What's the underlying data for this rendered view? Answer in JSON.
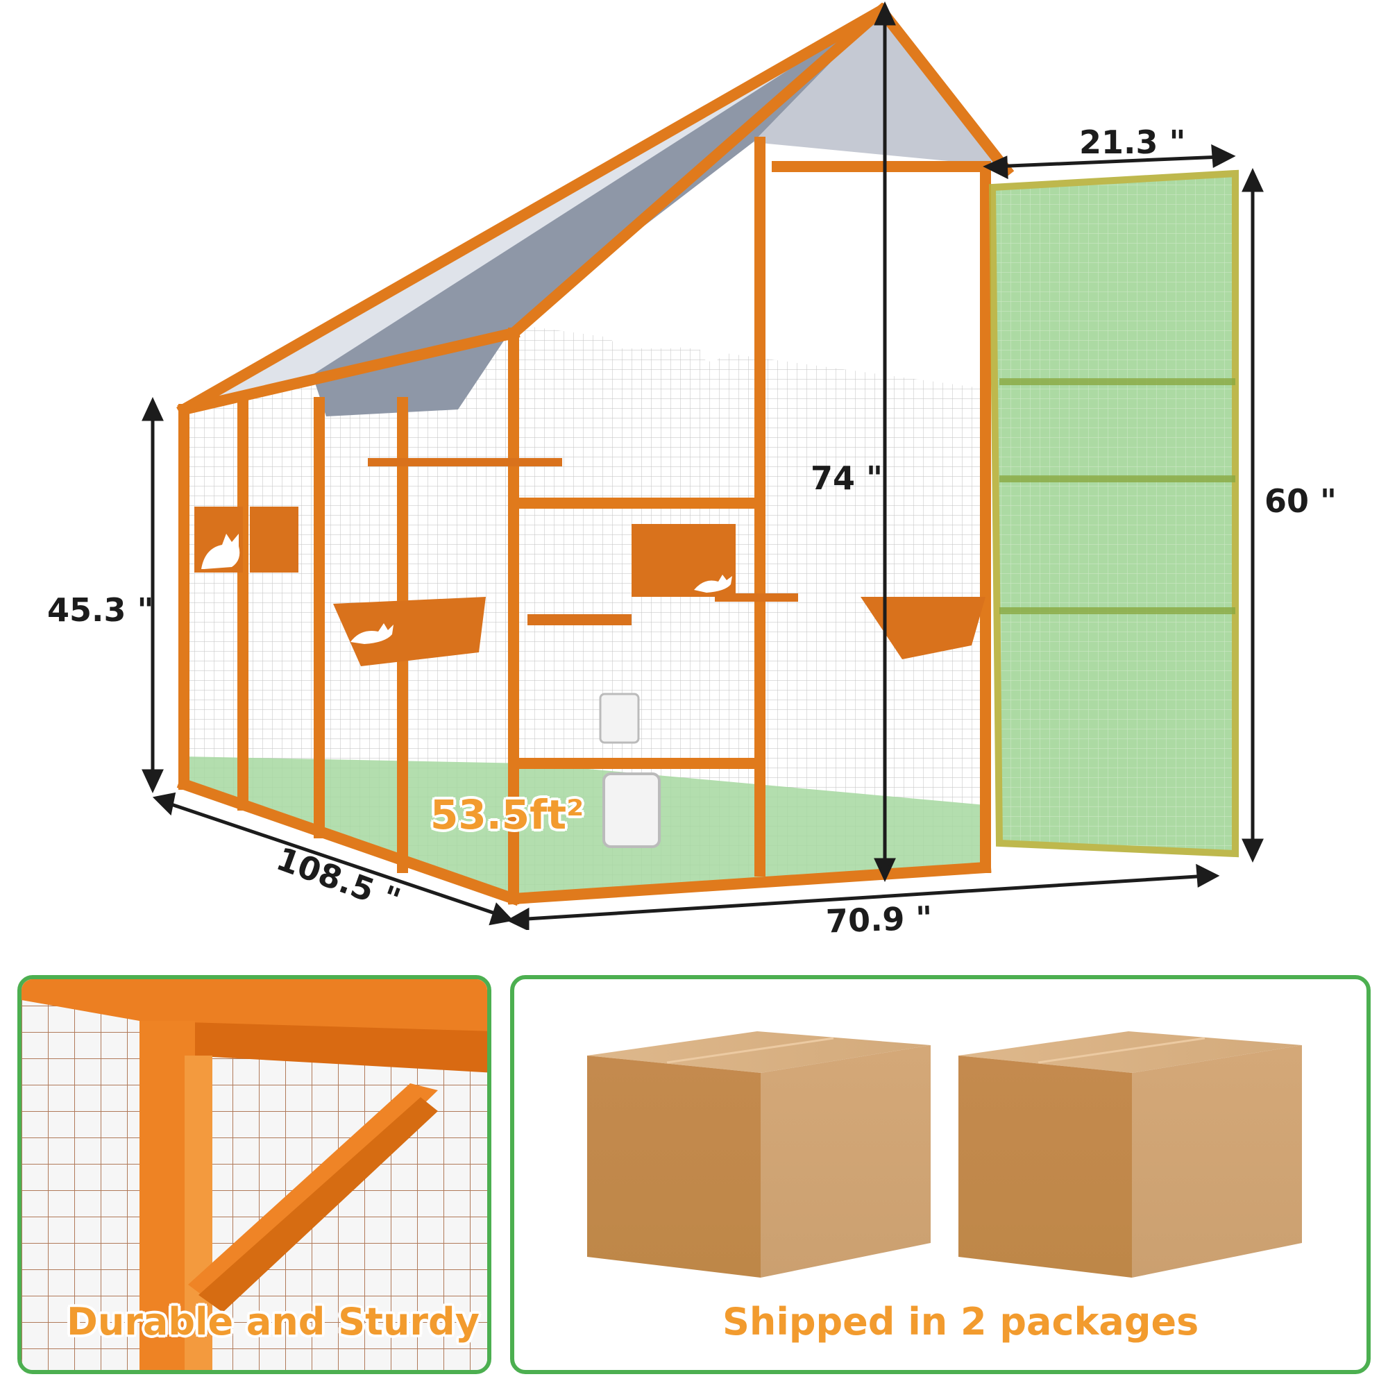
{
  "product": {
    "area_label": "53.5ft²",
    "dimensions": {
      "depth": "108.5 \"",
      "front_width": "70.9 \"",
      "total_height": "74 \"",
      "side_height": "45.3 \"",
      "door_width": "21.3 \"",
      "door_height": "60 \""
    }
  },
  "panels": {
    "left": {
      "caption": "Durable and Sturdy"
    },
    "right": {
      "caption": "Shipped in 2 packages"
    }
  },
  "colors": {
    "wood": "#e07a1c",
    "roof": "#8f98a8",
    "floor_tint": "#9fd49a",
    "door_tint": "#7cc36a",
    "caption": "#f29b2e",
    "panel_border": "#4caf50",
    "box": "#c48a4c"
  }
}
